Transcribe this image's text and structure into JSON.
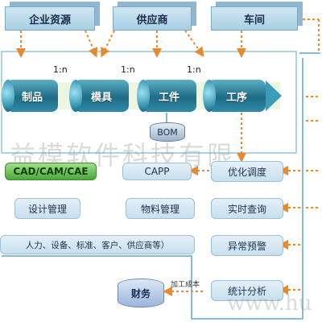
{
  "top_boxes": {
    "enterprise_resources": "企业资源",
    "supplier": "供应商",
    "workshop": "车间"
  },
  "ratios": {
    "r1": "1:n",
    "r2": "1:n",
    "r3": "1:n"
  },
  "chain": {
    "product": "制品",
    "mold": "模具",
    "workpiece": "工件",
    "process": "工序"
  },
  "bom": "BOM",
  "left_column": {
    "cad": "CAD/CAM/CAE",
    "design_management": "设计管理",
    "resources_note": "人力、设备、标准、客户、供应商等）"
  },
  "middle_column": {
    "capp": "CAPP",
    "material_management": "物料管理"
  },
  "right_column": {
    "optimize": "优化调度",
    "realtime": "实时查询",
    "alert": "异常预警",
    "statistics": "统计分析"
  },
  "finance": "财务",
  "cost_note": "加工成本",
  "watermark_text": "益模软件科技有限",
  "watermark_tail": "www.hu",
  "colors": {
    "frame_line": "#5aa9c9",
    "dotted_arrow": "#e8892e",
    "chain_band": "#e9f4d8"
  }
}
